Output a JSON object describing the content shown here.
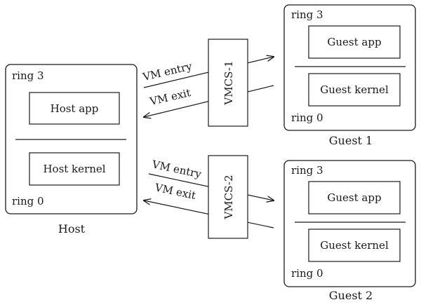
{
  "host": {
    "ring_top": "ring 3",
    "app": "Host app",
    "kernel": "Host kernel",
    "ring_bottom": "ring 0",
    "caption": "Host"
  },
  "guest1": {
    "ring_top": "ring 3",
    "app": "Guest app",
    "kernel": "Guest kernel",
    "ring_bottom": "ring 0",
    "caption": "Guest 1"
  },
  "guest2": {
    "ring_top": "ring 3",
    "app": "Guest app",
    "kernel": "Guest kernel",
    "ring_bottom": "ring 0",
    "caption": "Guest 2"
  },
  "vmcs1": {
    "label": "VMCS-1",
    "entry": "VM entry",
    "exit": "VM exit"
  },
  "vmcs2": {
    "label": "VMCS-2",
    "entry": "VM entry",
    "exit": "VM exit"
  }
}
